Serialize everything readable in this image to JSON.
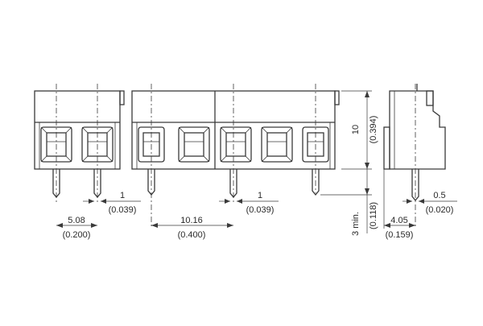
{
  "drawing": {
    "dimensions": {
      "pitch_left": {
        "value": "5.08",
        "alt": "(0.200)"
      },
      "pitch_mid": {
        "value": "10.16",
        "alt": "(0.400)"
      },
      "pin_width_left": {
        "value": "1",
        "alt": "(0.039)"
      },
      "pin_width_mid": {
        "value": "1",
        "alt": "(0.039)"
      },
      "height": {
        "value": "10",
        "alt": "(0.394)"
      },
      "pin_length": {
        "value": "3 min.",
        "alt": "(0.118)"
      },
      "pin_thickness": {
        "value": "0.5",
        "alt": "(0.020)"
      },
      "pin_offset": {
        "value": "4.05",
        "alt": "(0.159)"
      }
    },
    "colors": {
      "line": "#3a3a3a",
      "background": "#ffffff"
    }
  }
}
